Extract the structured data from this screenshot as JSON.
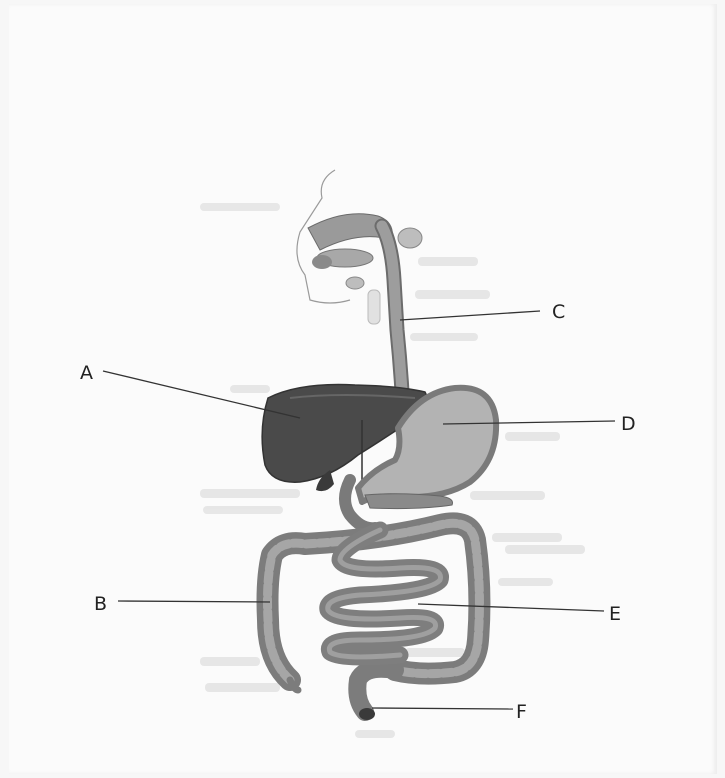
{
  "labels": {
    "a": "A",
    "b": "B",
    "c": "C",
    "d": "D",
    "e": "E",
    "f": "F"
  },
  "colors": {
    "paper": "#fbfbfb",
    "liver": "#4a4a4a",
    "organ": "#8c8c8c",
    "stomach_fill": "#b3b3b3",
    "intestine_light": "#a6a6a6",
    "outline": "#5a5a5a",
    "ink": "#222222"
  },
  "parts": [
    "mouth",
    "salivary-gland",
    "esophagus",
    "liver",
    "gallbladder",
    "stomach",
    "pancreas",
    "large-intestine",
    "small-intestine",
    "rectum"
  ]
}
